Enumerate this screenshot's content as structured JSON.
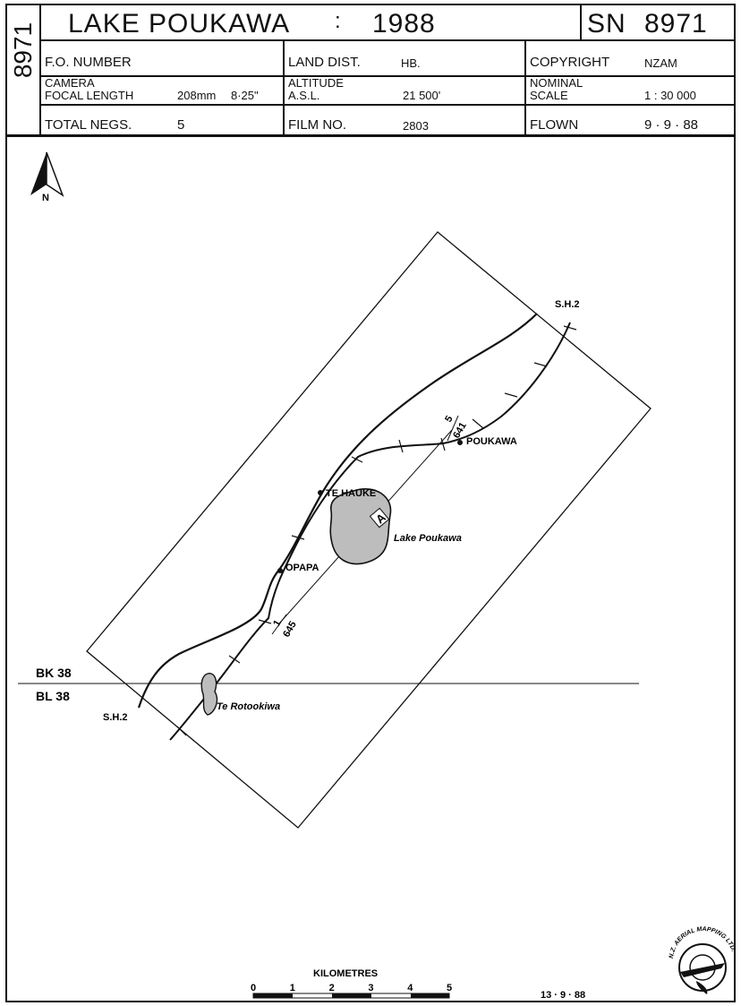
{
  "header": {
    "side_number": "8971",
    "title": "LAKE POUKAWA",
    "title_sep": ":",
    "year": "1988",
    "sn_label": "SN",
    "sn_number": "8971",
    "fo_number_label": "F.O. NUMBER",
    "fo_number_value": "",
    "land_dist_label": "LAND DIST.",
    "land_dist_value": "HB.",
    "copyright_label": "COPYRIGHT",
    "copyright_value": "NZAM",
    "camera_label_1": "CAMERA",
    "camera_label_2": "FOCAL LENGTH",
    "camera_value_mm": "208mm",
    "camera_value_in": "8·25\"",
    "altitude_label_1": "ALTITUDE",
    "altitude_label_2": "A.S.L.",
    "altitude_value": "21 500'",
    "nominal_label_1": "NOMINAL",
    "nominal_label_2": "SCALE",
    "nominal_value": "1 : 30 000",
    "total_negs_label": "TOTAL NEGS.",
    "total_negs_value": "5",
    "film_no_label": "FILM NO.",
    "film_no_value": "2803",
    "flown_label": "FLOWN",
    "flown_value": "9 · 9 · 88"
  },
  "map": {
    "north_label": "N",
    "road_top_label": "S.H.2",
    "road_bottom_label": "S.H.2",
    "places": {
      "poukawa": "POUKAWA",
      "te_hauke": "TE HAUKE",
      "opapa": "OPAPA"
    },
    "lake_label": "Lake Poukawa",
    "small_lake_label": "Te Rotookiwa",
    "flight_run_letter": "A",
    "run_end_top": "5",
    "run_end_top_frame": "641",
    "run_end_bottom": "1",
    "run_end_bottom_frame": "645",
    "grid_upper": "BK 38",
    "grid_lower": "BL 38"
  },
  "scale_bar": {
    "title": "KILOMETRES",
    "ticks": [
      "0",
      "1",
      "2",
      "3",
      "4",
      "5"
    ]
  },
  "footer": {
    "date": "13 · 9 · 88",
    "logo_text": "N.Z. AERIAL MAPPING LTD."
  },
  "colors": {
    "ink": "#111111",
    "lake_fill": "#bdbdbd",
    "paper": "#ffffff"
  }
}
